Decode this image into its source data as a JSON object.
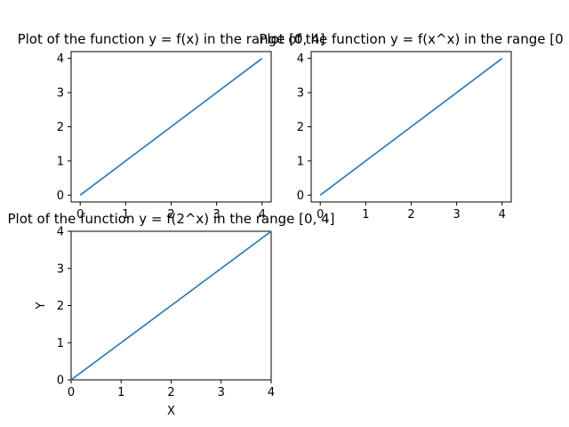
{
  "chart_data": [
    {
      "type": "line",
      "title": "Plot of the function y = f(x) in the range [0, 4]",
      "xlabel": "",
      "ylabel": "",
      "x": [
        0,
        1,
        2,
        3,
        4
      ],
      "series": [
        {
          "values": [
            0,
            1,
            2,
            3,
            4
          ]
        }
      ],
      "xticks": [
        0,
        1,
        2,
        3,
        4
      ],
      "yticks": [
        0,
        1,
        2,
        3,
        4
      ],
      "xlim": [
        -0.2,
        4.2
      ],
      "ylim": [
        -0.2,
        4.2
      ],
      "grid": false,
      "color": "#1f77b4"
    },
    {
      "type": "line",
      "title": "Plot of the function y = f(x^x) in the range [0",
      "xlabel": "",
      "ylabel": "",
      "x": [
        0,
        1,
        2,
        3,
        4
      ],
      "series": [
        {
          "values": [
            0,
            1,
            2,
            3,
            4
          ]
        }
      ],
      "xticks": [
        0,
        1,
        2,
        3,
        4
      ],
      "yticks": [
        0,
        1,
        2,
        3,
        4
      ],
      "xlim": [
        -0.2,
        4.2
      ],
      "ylim": [
        -0.2,
        4.2
      ],
      "grid": false,
      "color": "#1f77b4"
    },
    {
      "type": "line",
      "title": "Plot of the function y = f(2^x) in the range [0, 4]",
      "xlabel": "X",
      "ylabel": "Y",
      "x": [
        0,
        1,
        2,
        3,
        4
      ],
      "series": [
        {
          "values": [
            0,
            1,
            2,
            3,
            4
          ]
        }
      ],
      "xticks": [
        0,
        1,
        2,
        3,
        4
      ],
      "yticks": [
        0,
        1,
        2,
        3,
        4
      ],
      "xlim": [
        0,
        4
      ],
      "ylim": [
        0,
        4
      ],
      "grid": false,
      "color": "#1f77b4"
    }
  ]
}
